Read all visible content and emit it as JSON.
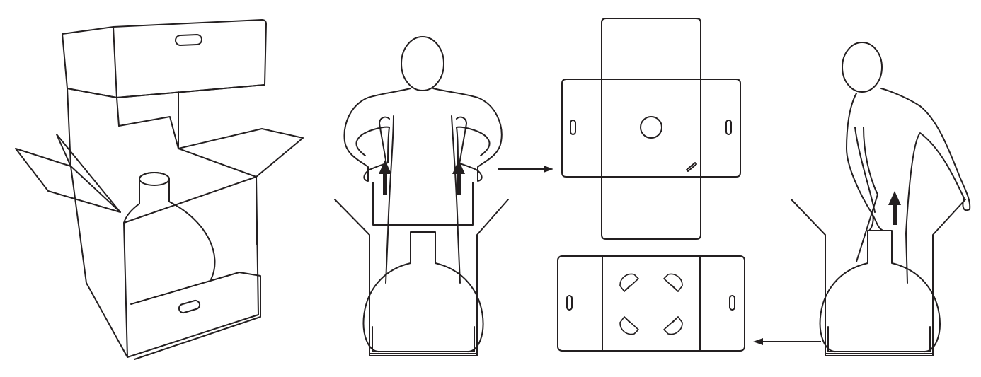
{
  "figure": {
    "steps": [
      {
        "id": "open-box"
      },
      {
        "id": "lift-insert"
      },
      {
        "id": "flat-insert"
      },
      {
        "id": "lift-vase"
      }
    ],
    "labels": [],
    "colors": {
      "line": "#231f20",
      "background": "#ffffff"
    },
    "icons": [
      "arrow-up-icon",
      "arrow-right-icon",
      "arrow-left-icon"
    ]
  }
}
